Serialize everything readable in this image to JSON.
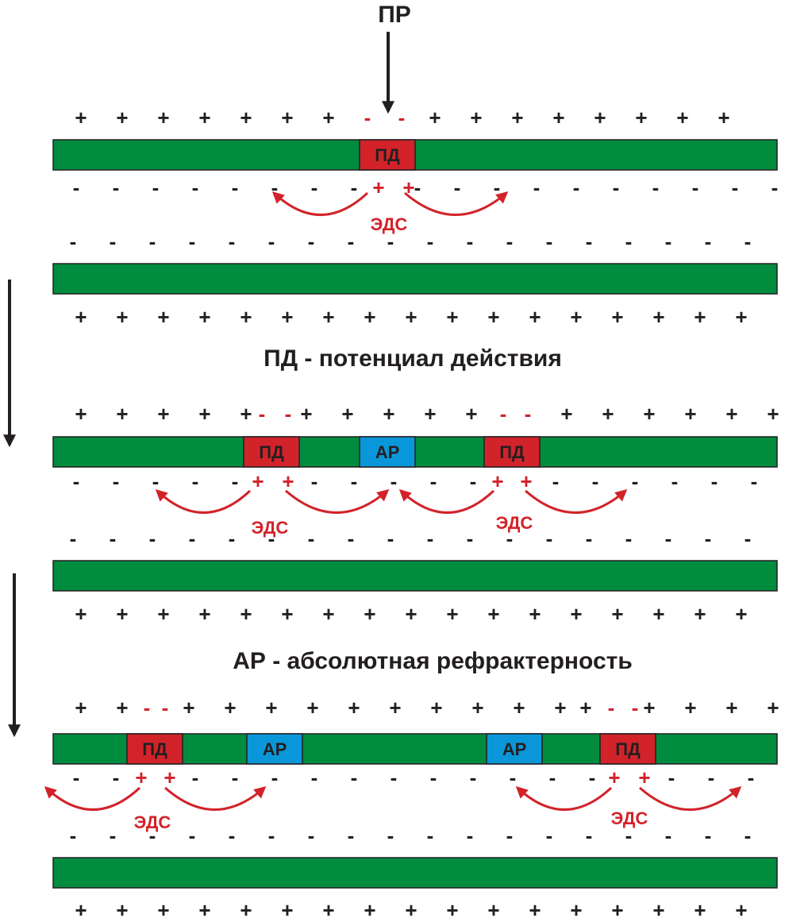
{
  "stimulus_label": "ПР",
  "captions": {
    "ap": "ПД - потенциал действия",
    "ar": "АР - абсолютная рефрактерность"
  },
  "labels": {
    "ap": "ПД",
    "ar": "АР",
    "emf": "ЭДС",
    "plus": "+",
    "minus": "-"
  },
  "colors": {
    "membrane": "#008c3f",
    "ap_box": "#d2232a",
    "ar_box": "#0a97d9",
    "sign_dark": "#231f20",
    "sign_red": "#d2232a",
    "arrow": "#231f20",
    "current_arrow": "#d2232a"
  }
}
